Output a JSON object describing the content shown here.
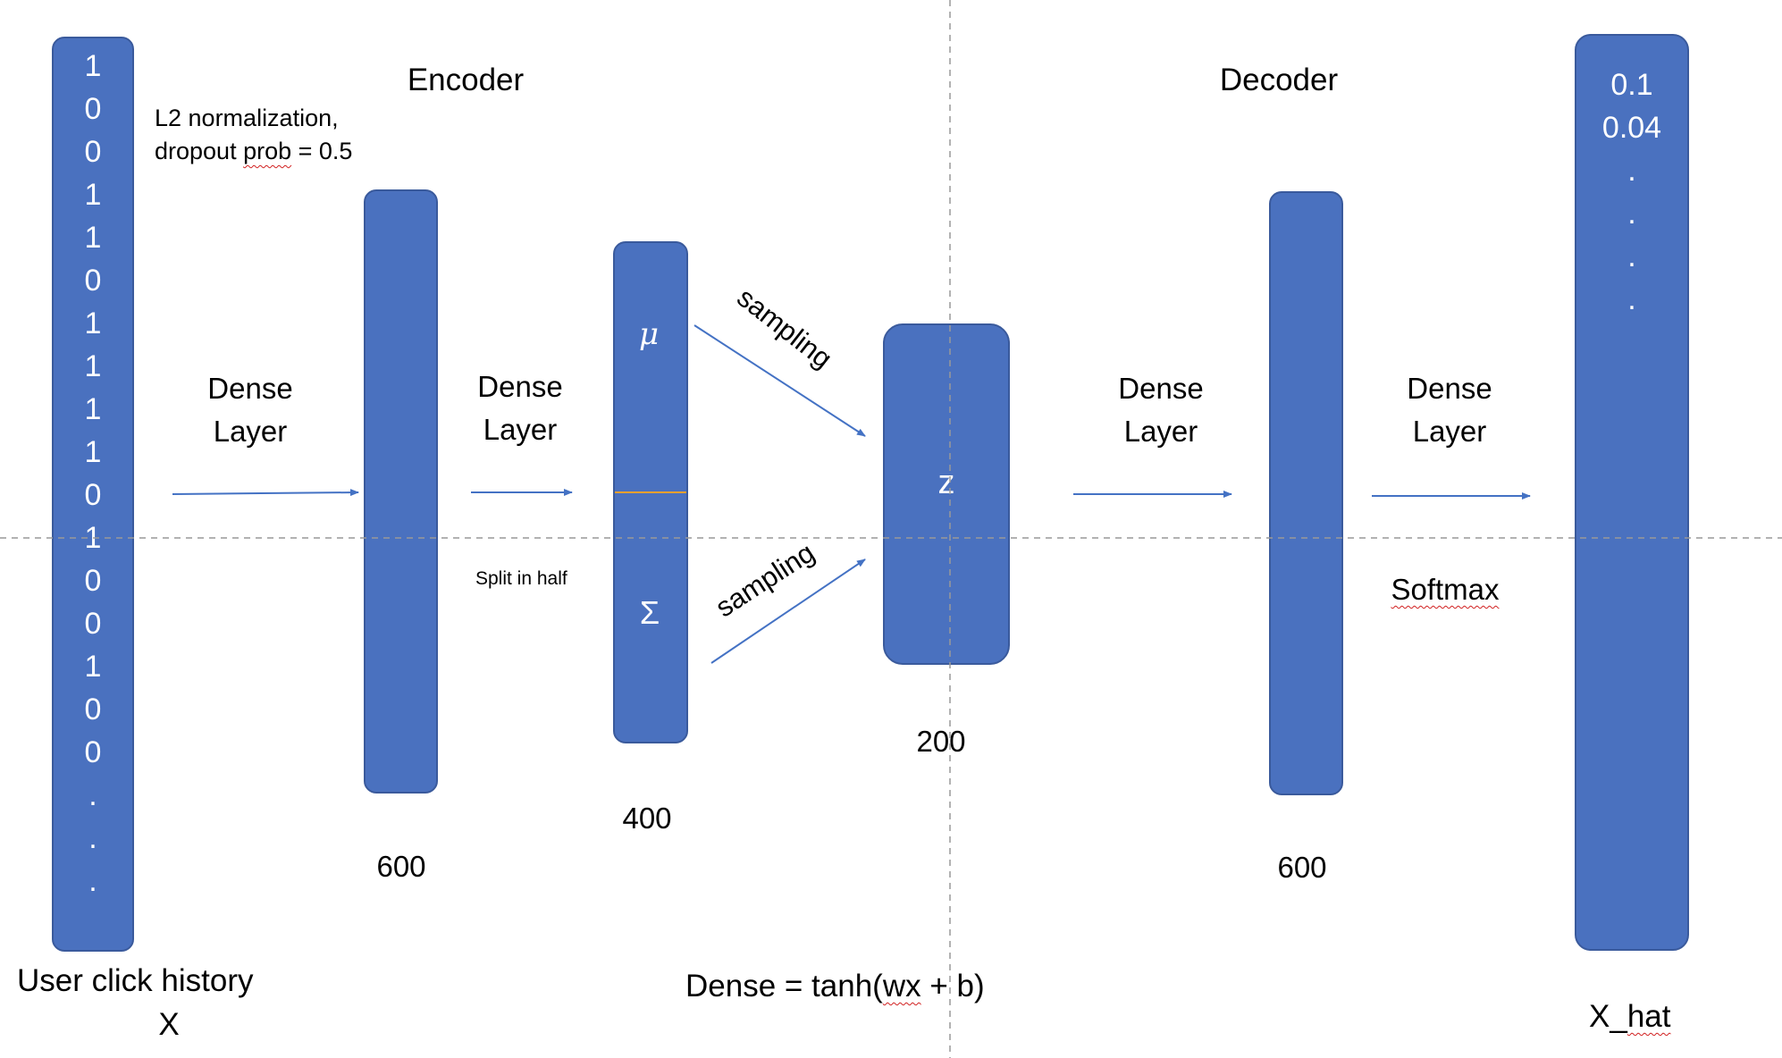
{
  "encoder_label": "Encoder",
  "decoder_label": "Decoder",
  "input": {
    "values": [
      "1",
      "0",
      "0",
      "1",
      "1",
      "0",
      "1",
      "1",
      "1",
      "1",
      "0",
      "1",
      "0",
      "0",
      "1",
      "0",
      "0",
      ".",
      ".",
      "."
    ],
    "label": "User click history",
    "symbol": "X"
  },
  "l2_note": {
    "line1": "L2 normalization,",
    "line2a": "dropout ",
    "line2b": "prob",
    "line2c": " = 0.5"
  },
  "dense_layer_1": {
    "line1": "Dense",
    "line2": "Layer"
  },
  "dense_layer_2": {
    "line1": "Dense",
    "line2": "Layer"
  },
  "dense_layer_3": {
    "line1": "Dense",
    "line2": "Layer"
  },
  "dense_layer_4": {
    "line1": "Dense",
    "line2": "Layer"
  },
  "split_note": "Split in half",
  "mu_symbol": "μ",
  "sigma_symbol": "Σ",
  "sampling_top": "sampling",
  "sampling_bottom": "sampling",
  "z_symbol": "z",
  "sizes": {
    "encoder_hidden": "600",
    "mu_sigma": "400",
    "latent": "200",
    "decoder_hidden": "600"
  },
  "softmax_label": "Softmax",
  "formula": {
    "part1": "Dense = tanh(",
    "part2": "wx",
    "part3": " + b)"
  },
  "output": {
    "values": [
      "0.1",
      "0.04",
      ".",
      ".",
      ".",
      "."
    ],
    "label_part1": "X_",
    "label_part2": "hat"
  },
  "colors": {
    "box_fill": "#4a71bf",
    "box_border": "#3a5a9c",
    "arrow": "#4472c4",
    "split_line": "#f0a030",
    "guide_line": "#999999"
  }
}
